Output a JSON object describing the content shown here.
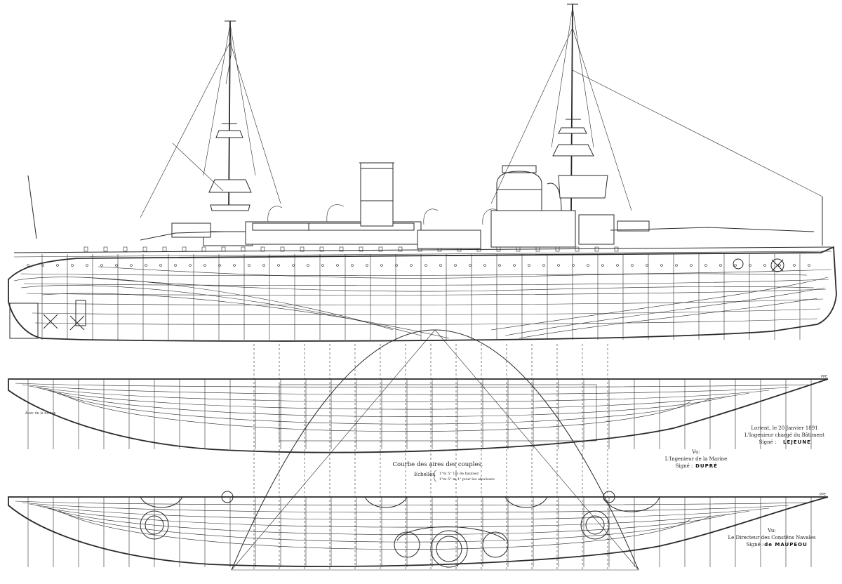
{
  "curve": {
    "title": "Courbe des aires des couples.",
    "scale_label": "Echelles",
    "scale_line_1": "1°m 5° 1m de hauteur",
    "scale_line_2": "1°m 5° m 1° pour les abscisses"
  },
  "signatures": {
    "place_date": "Lorient, le 20 Janvier 1891",
    "engineer_role": "L'Ingenieur chargé du Bâtiment",
    "engineer_signed": "Signé :",
    "engineer_name": "LEJEUNE",
    "seen_1": "Vu:",
    "navy_engineer_role": "L'Ingenieur de la Marine",
    "navy_engineer_signed": "Signé :",
    "navy_engineer_name": "DUPRÉ",
    "seen_2": "Vu:",
    "director_role": "Le Directeur des Constëns Navales",
    "director_signed": "Signé :",
    "director_name": "de MAUPEOU"
  },
  "labels": {
    "fp_mark_upper": "PPE",
    "fp_mark_lower": "PPE",
    "keel_note": "Avec de la étrève"
  }
}
